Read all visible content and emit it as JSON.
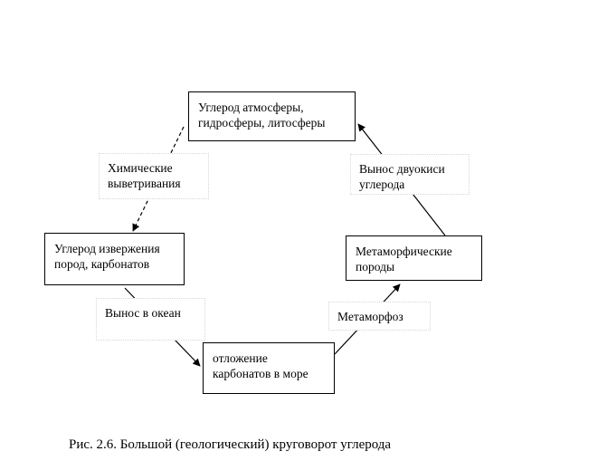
{
  "nodes": {
    "atmosphere": [
      "Углерод атмосферы,",
      "гидросферы, литосферы"
    ],
    "igneous": [
      "Углерод извержения",
      "пород, карбонатов"
    ],
    "deposition": [
      "отложение",
      "карбонатов в море"
    ],
    "metamorphic": [
      "Метаморфические",
      "породы"
    ]
  },
  "edges": {
    "weathering": [
      "Химические",
      "выветривания"
    ],
    "ocean": [
      "Вынос в океан"
    ],
    "metamorphosis": [
      "Метаморфоз"
    ],
    "co2": [
      "Вынос двуокиси",
      "углерода"
    ]
  },
  "caption": "Рис. 2.6.  Большой (геологический) круговорот углерода"
}
